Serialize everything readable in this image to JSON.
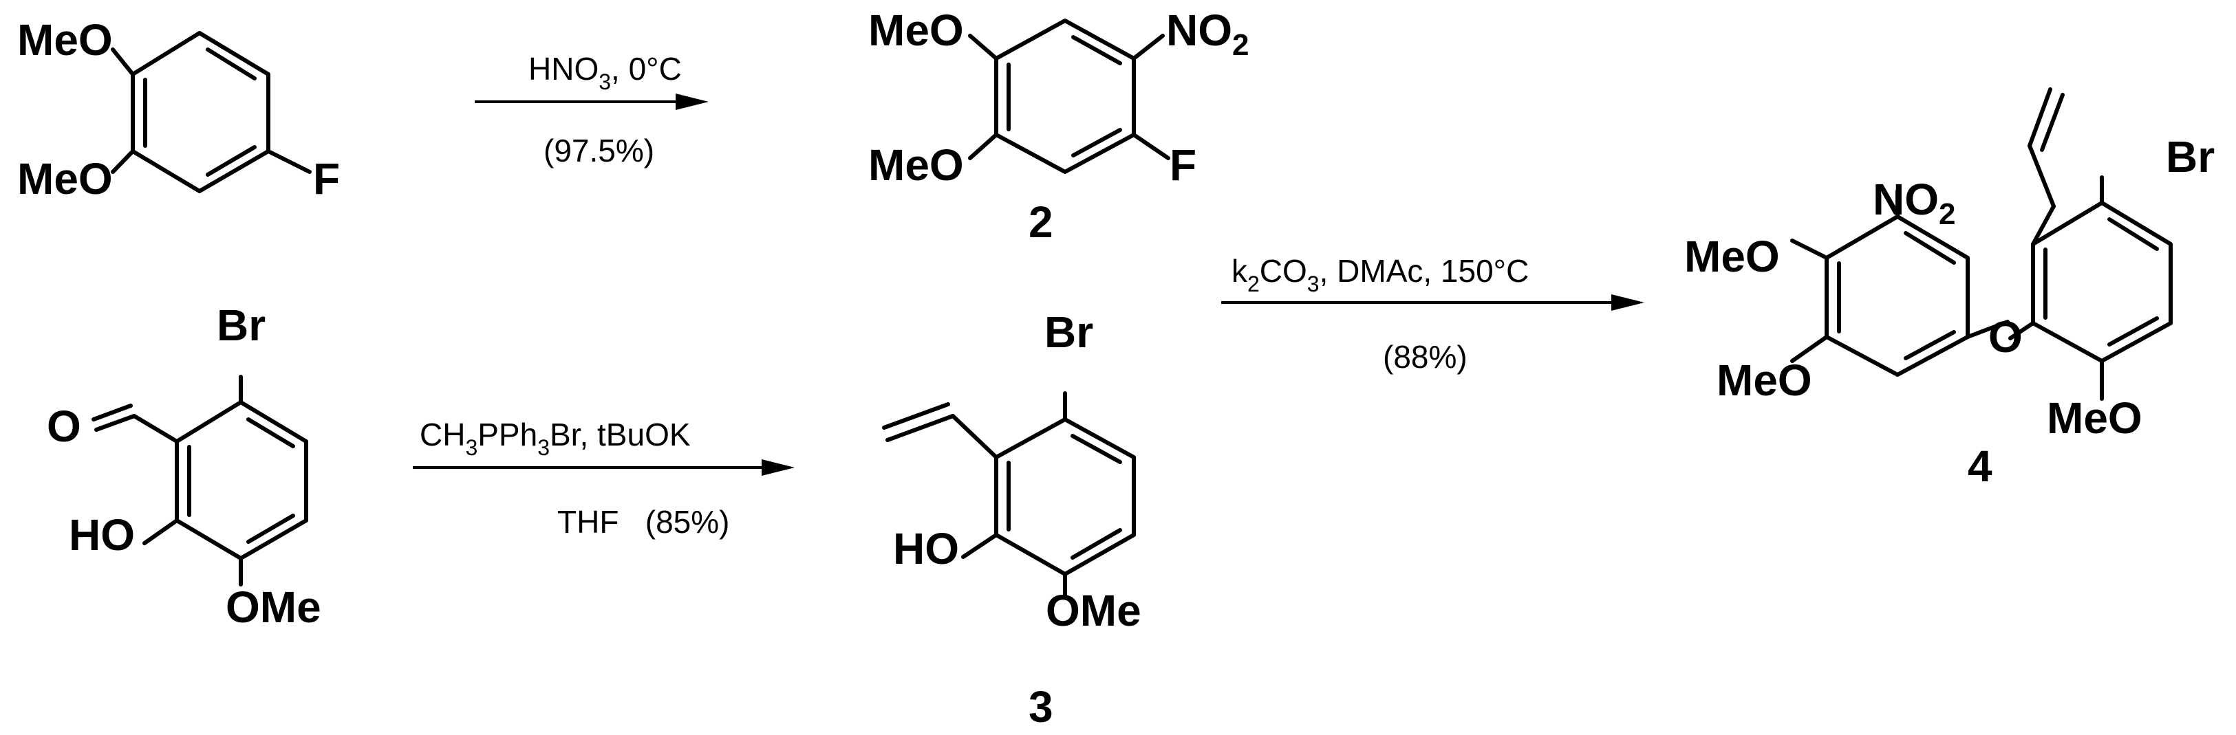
{
  "labels": {
    "meo": "MeO",
    "ome": "OMe",
    "f": "F",
    "br": "Br",
    "o": "O",
    "ho": "HO",
    "no": "NO",
    "sub2": "2"
  },
  "compounds": {
    "c2": "2",
    "c3": "3",
    "c4": "4"
  },
  "reactions": {
    "r1": {
      "above": "HNO",
      "above_sub": "3",
      "above_tail": ", 0°C",
      "below": "(97.5%)"
    },
    "r2": {
      "above": "CH",
      "above_sub1": "3",
      "above_mid": "PPh",
      "above_sub2": "3",
      "above_tail": "Br, tBuOK",
      "below": "THF   (85%)"
    },
    "r3": {
      "above": "k",
      "above_sub1": "2",
      "above_mid": "CO",
      "above_sub2": "3",
      "above_tail": ", DMAc, 150°C",
      "below": "(88%)"
    }
  }
}
